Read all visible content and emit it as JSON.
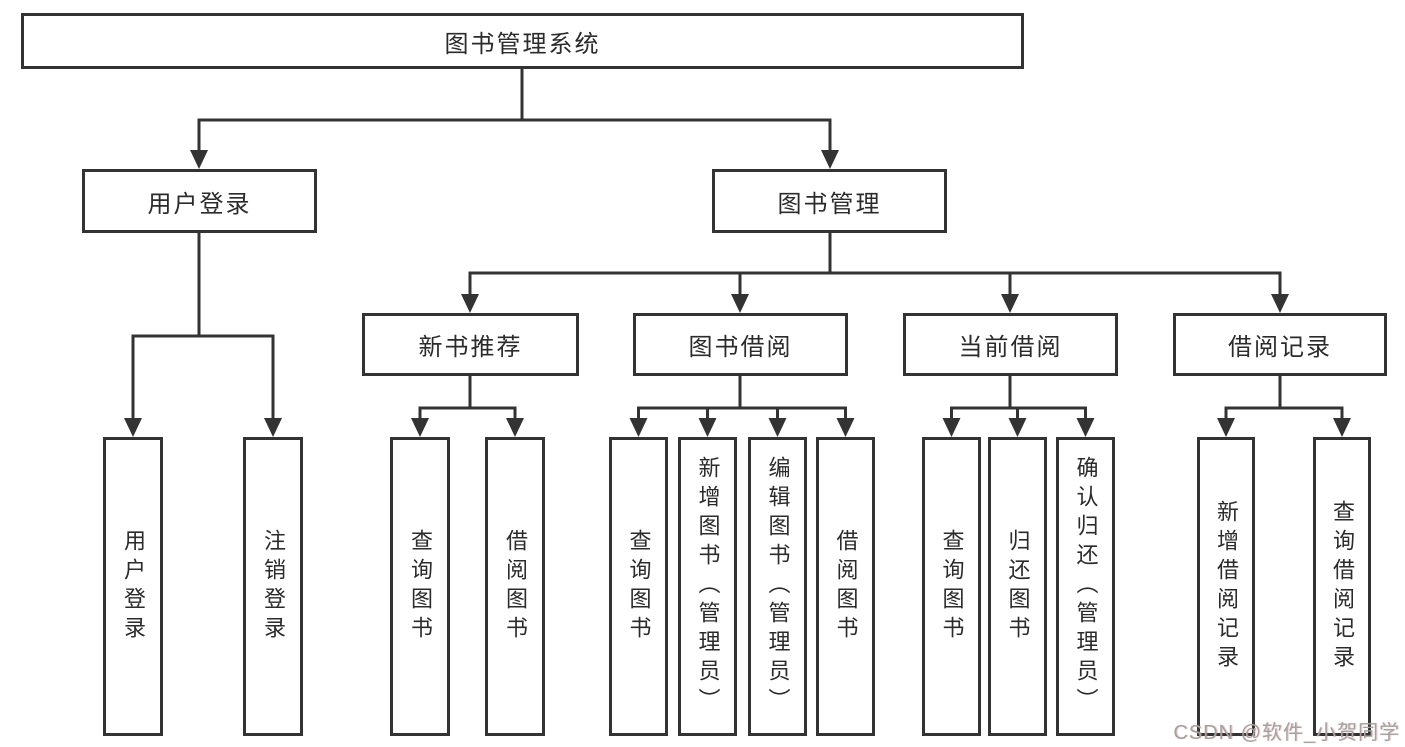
{
  "tree": {
    "root": "图书管理系统",
    "branches": [
      {
        "label": "用户登录",
        "leaves": [
          "用户登录",
          "注销登录"
        ]
      },
      {
        "label": "图书管理",
        "groups": [
          {
            "label": "新书推荐",
            "leaves": [
              "查询图书",
              "借阅图书"
            ]
          },
          {
            "label": "图书借阅",
            "leaves": [
              "查询图书",
              "新增图书（管理员）",
              "编辑图书（管理员）",
              "借阅图书"
            ]
          },
          {
            "label": "当前借阅",
            "leaves": [
              "查询图书",
              "归还图书",
              "确认归还（管理员）"
            ]
          },
          {
            "label": "借阅记录",
            "leaves": [
              "新增借阅记录",
              "查询借阅记录"
            ]
          }
        ]
      }
    ]
  },
  "watermark": "CSDN @软件_小贺同学",
  "colors": {
    "line": "#333333",
    "box_border": "#333333",
    "text": "#2b2b2b",
    "background": "#ffffff",
    "watermark": "#a3a3a3"
  }
}
